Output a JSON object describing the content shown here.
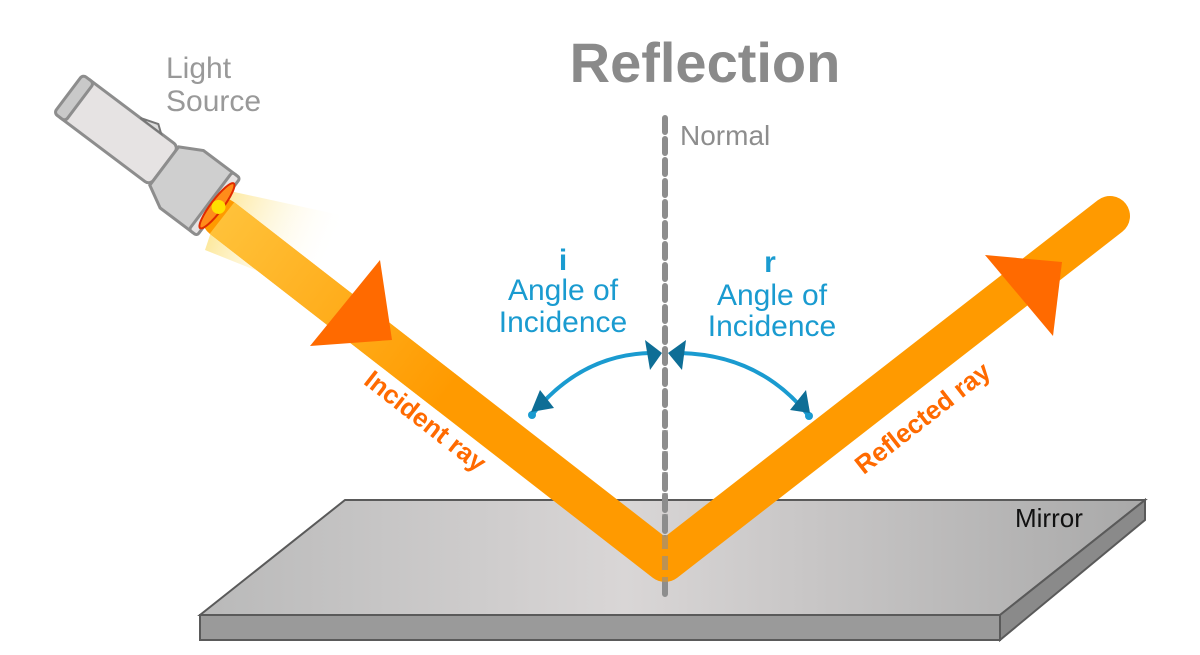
{
  "title": "Reflection",
  "labels": {
    "light_source_line1": "Light",
    "light_source_line2": "Source",
    "normal": "Normal",
    "mirror": "Mirror",
    "incident_ray": "Incident ray",
    "reflected_ray": "Reflected ray",
    "left_angle": {
      "symbol": "i",
      "line1": "Angle of",
      "line2": "Incidence"
    },
    "right_angle": {
      "symbol": "r",
      "line1": "Angle of",
      "line2": "Incidence"
    }
  },
  "colors": {
    "ray": "#ff9a00",
    "arrowhead": "#ff6a00",
    "ray_label": "#ff6a00",
    "angle_text": "#1a9bd0",
    "angle_arrow_head": "#0e6e96",
    "title": "#8a8a8a",
    "normal": "#8d8d8d"
  }
}
